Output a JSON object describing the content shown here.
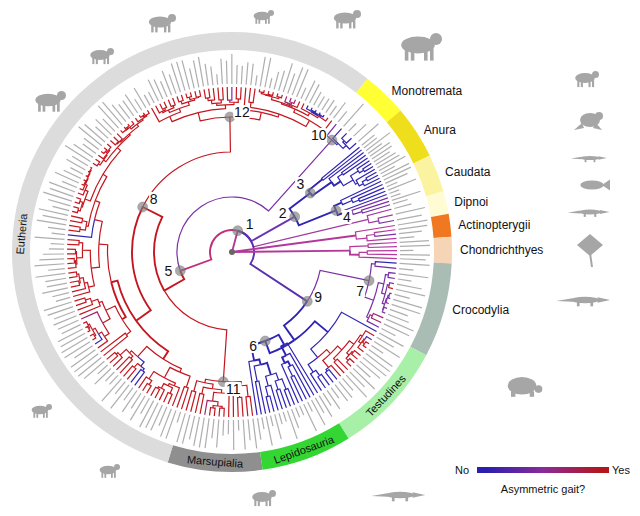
{
  "diagram": {
    "labels": [
      "Monotremata",
      "Anura",
      "Caudata",
      "Dipnoi",
      "Actinopterygii",
      "Chondrichthyes",
      "Crocodylia",
      "Testudines",
      "Lepidosauria",
      "Marsupialia",
      "Eutheria",
      "1",
      "2",
      "3",
      "4",
      "5",
      "6",
      "7",
      "8",
      "9",
      "10",
      "11",
      "12",
      "Asymmetric gait?"
    ],
    "legend": [
      {
        "text": "No",
        "color": "#2a1fae"
      },
      {
        "text": "Yes",
        "color": "#b3161c"
      }
    ]
  }
}
